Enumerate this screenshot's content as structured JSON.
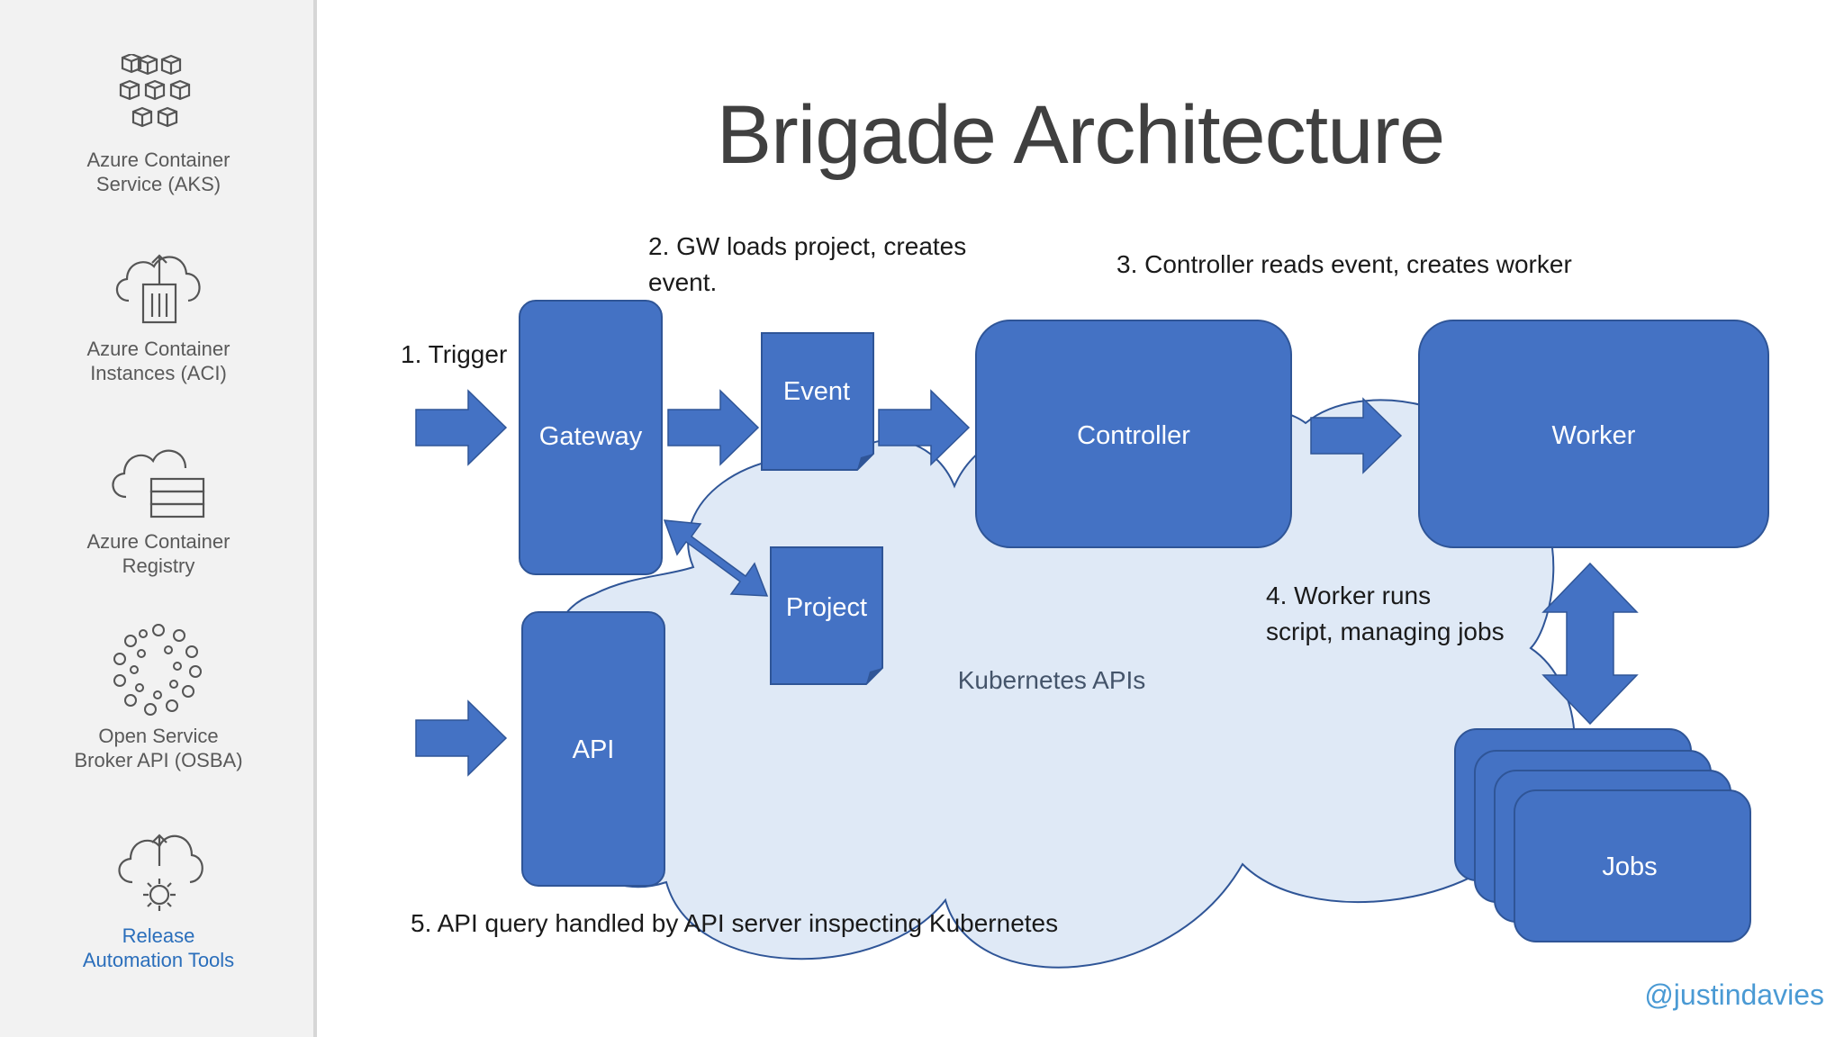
{
  "sidebar": {
    "items": [
      {
        "label_line1": "Azure Container",
        "label_line2": "Service (AKS)",
        "icon": "cubes-icon"
      },
      {
        "label_line1": "Azure Container",
        "label_line2": "Instances (ACI)",
        "icon": "cloud-container-icon"
      },
      {
        "label_line1": "Azure Container",
        "label_line2": "Registry",
        "icon": "cloud-registry-icon"
      },
      {
        "label_line1": "Open Service",
        "label_line2": "Broker API (OSBA)",
        "icon": "circles-ring-icon"
      },
      {
        "label_line1": "Release",
        "label_line2": "Automation Tools",
        "icon": "cloud-gear-icon"
      }
    ]
  },
  "slide": {
    "title": "Brigade Architecture",
    "handle": "@justindavies"
  },
  "diagram": {
    "nodes": {
      "gateway": "Gateway",
      "api": "API",
      "event": "Event",
      "project": "Project",
      "controller": "Controller",
      "worker": "Worker",
      "jobs": "Jobs",
      "cloud": "Kubernetes APIs"
    },
    "captions": {
      "step1": "1. Trigger",
      "step2_line1": "2. GW loads project, creates",
      "step2_line2": "event.",
      "step3": "3. Controller reads event, creates worker",
      "step4_line1": "4. Worker runs",
      "step4_line2": "script, managing jobs",
      "step5": "5. API query handled by API server inspecting Kubernetes"
    },
    "colors": {
      "box_fill": "#4472c4",
      "box_stroke": "#2f5597",
      "cloud_fill": "#dfe9f6",
      "cloud_stroke": "#2f5597"
    }
  }
}
